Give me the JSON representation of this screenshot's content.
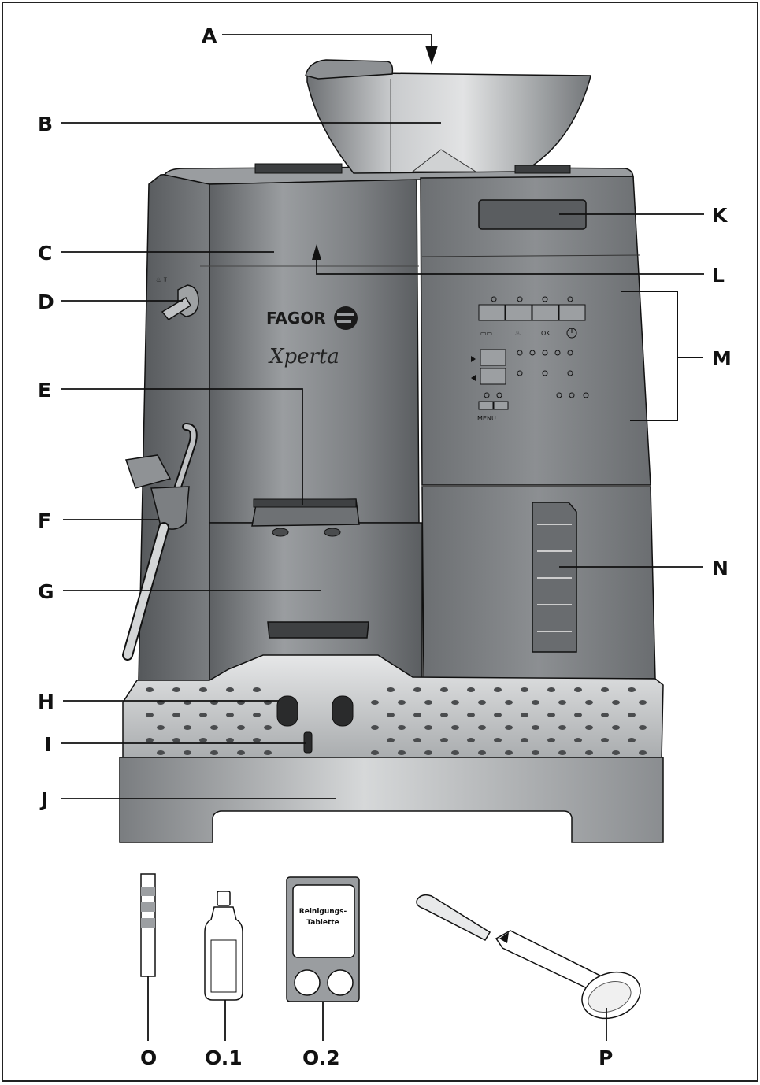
{
  "callouts": {
    "A": "A",
    "B": "B",
    "C": "C",
    "D": "D",
    "E": "E",
    "F": "F",
    "G": "G",
    "H": "H",
    "I": "I",
    "J": "J",
    "K": "K",
    "L": "L",
    "M": "M",
    "N": "N",
    "O": "O",
    "O1": "O.1",
    "O2": "O.2",
    "P": "P"
  },
  "machine": {
    "brand": "FAGOR",
    "model": "Xperta",
    "panel": {
      "ok_label": "OK",
      "menu_label": "MENU"
    }
  },
  "accessories": {
    "tablet_pack_line1": "Reinigungs-",
    "tablet_pack_line2": "Tablette"
  },
  "colors": {
    "body_dark": "#6f7275",
    "body_mid": "#8a8d90",
    "body_light": "#b8babc",
    "line": "#111111"
  }
}
